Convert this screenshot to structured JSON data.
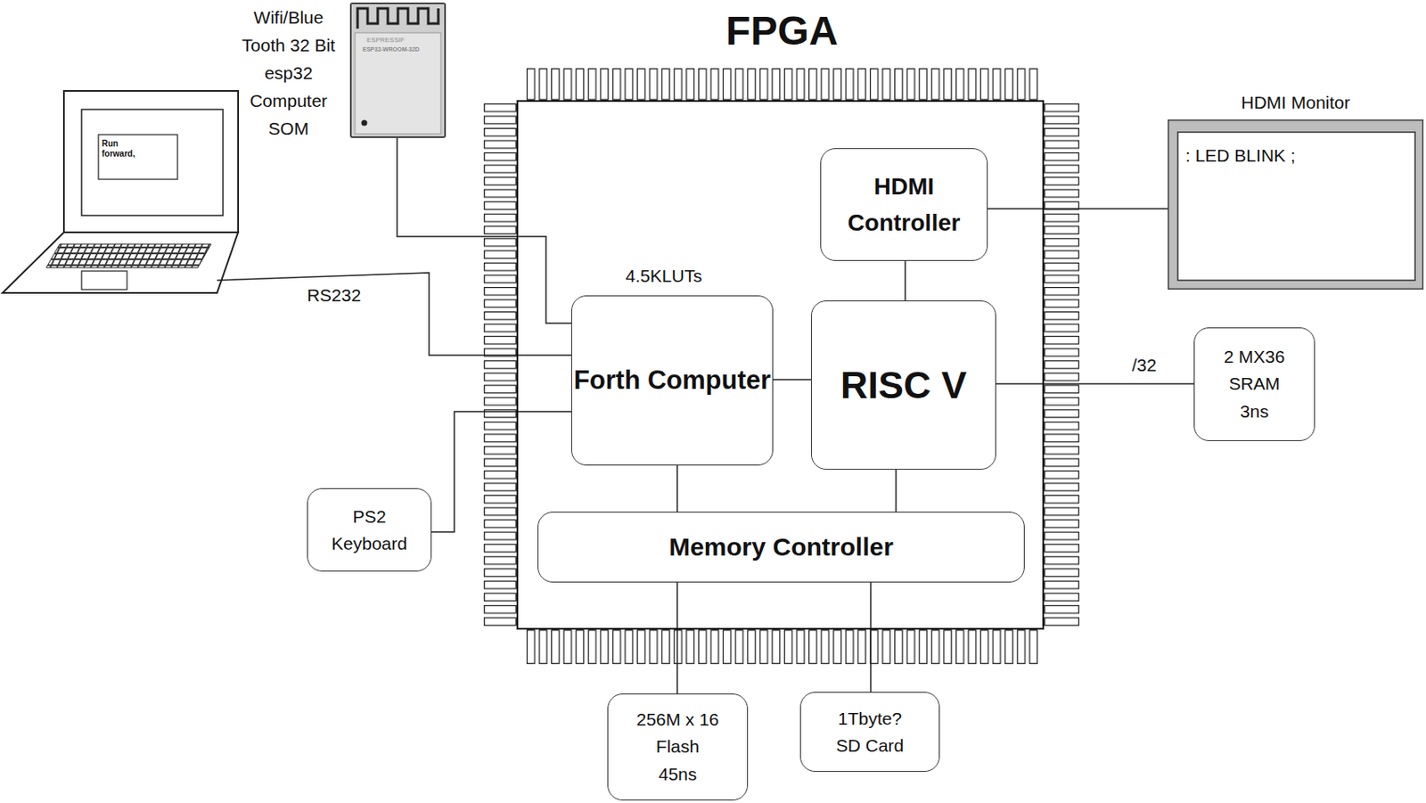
{
  "diagram": {
    "nodes": [
      {
        "text": [
          "FPGA"
        ]
      },
      {
        "text": [
          "Wifi/Blue Tooth 32 Bit esp32 Computer SOM"
        ]
      },
      {
        "text": [
          "Run forward,"
        ]
      },
      {
        "text": [
          "HDMI Controller"
        ],
        "in": 0
      },
      {
        "text": [
          "HDMI Monitor",
          ": LED BLINK ;"
        ]
      },
      {
        "text": [
          "4.5KLUTs",
          "Forth Computer"
        ],
        "in": 0
      },
      {
        "text": [
          "RISC V"
        ],
        "in": 0
      },
      {
        "text": [
          "2 MX36 SRAM 3ns"
        ]
      },
      {
        "text": [
          "PS2 Keyboard"
        ]
      },
      {
        "text": [
          "Memory Controller"
        ],
        "in": 0
      },
      {
        "text": [
          "256M x 16 Flash 45ns"
        ]
      },
      {
        "text": [
          "1Tbyte? SD Card"
        ]
      }
    ],
    "edges": [
      {
        "from": 1,
        "to": 5,
        "arrow": "none"
      },
      {
        "from": 2,
        "to": 5,
        "label": "RS232",
        "arrow": "none"
      },
      {
        "from": 8,
        "to": 5,
        "arrow": "none"
      },
      {
        "from": 5,
        "to": 6,
        "arrow": "none"
      },
      {
        "from": 3,
        "to": 6,
        "arrow": "none"
      },
      {
        "from": 3,
        "to": 4,
        "arrow": "none"
      },
      {
        "from": 6,
        "to": 7,
        "label": "/32",
        "arrow": "none"
      },
      {
        "from": 5,
        "to": 9,
        "arrow": "none"
      },
      {
        "from": 6,
        "to": 9,
        "arrow": "none"
      },
      {
        "from": 9,
        "to": 10,
        "arrow": "none"
      },
      {
        "from": 9,
        "to": 11,
        "arrow": "none"
      }
    ],
    "labels": [
      "ESPRESSIF",
      "ESP32-WROOM-32D"
    ]
  }
}
